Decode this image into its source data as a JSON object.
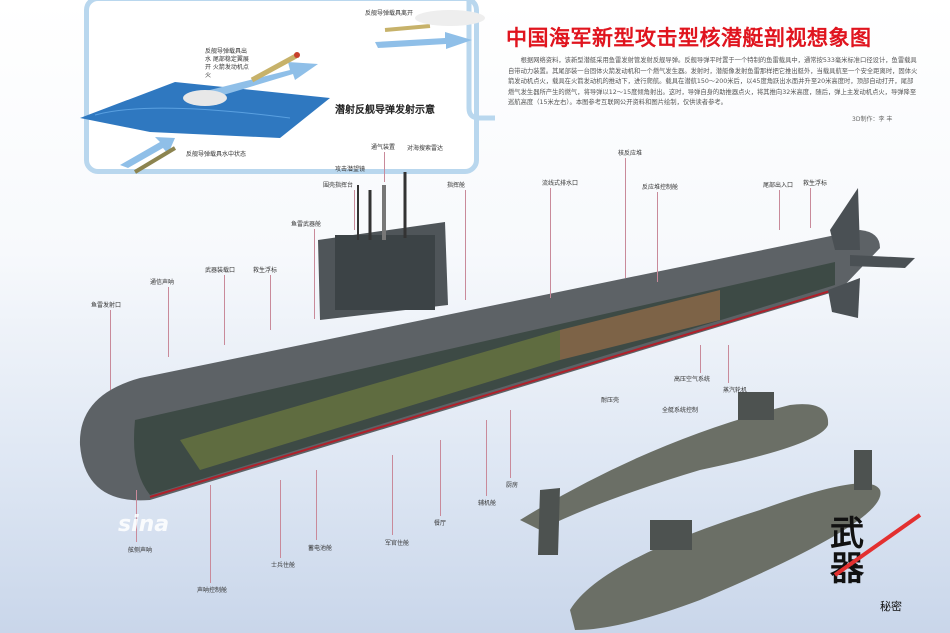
{
  "title": "中国海军新型攻击型核潜艇剖视想象图",
  "body": "根据网络资料，该新型潜艇采用鱼雷发射管发射反舰导弹。反舰导弹平时置于一个特制的鱼雷载具中，通常按533毫米标准口径设计，鱼雷载具自带动力装置。其尾部装一台固体火箭发动机和一个燃气发生器。发射时，潜艇像发射鱼雷那样把它推出艇外，当载具航至一个安全距离时，固体火箭发动机点火，载具在火箭发动机的推动下，进行爬航。载具在潜航150～200米后，以45度角跃出水面并升至20米高度时，顶部自动打开，尾部燃气发生器所产生的燃气，将导弹以12～15度倾角射出。这时，导弹自身的助推器点火，将其推向32米高度，随后，弹上主发动机点火，导弹降至巡航高度（15米左右）。本图参考互联网公开资料和图片绘制，仅供读者参考。",
  "credit": "3D制作：李 丰",
  "inset": {
    "title": "潜射反舰导弹发射示意",
    "labels": [
      "反舰导弹载具离开",
      "反舰导弹载具出水 尾部稳定翼展开 火箭发动机点火",
      "反舰导弹载具水中状态"
    ]
  },
  "labels": [
    "鱼雷发射口",
    "通信声呐",
    "武器装载口",
    "救生浮标",
    "鱼雷武器舱",
    "围壳指挥台",
    "攻击潜望镜",
    "通气装置",
    "对海搜索雷达",
    "指挥舱",
    "流线式排水口",
    "核反应堆",
    "反应堆控制舱",
    "尾部出入口",
    "救生浮标",
    "高压空气系统",
    "蒸汽轮机",
    "耐压壳",
    "全艇系统控制",
    "厨房",
    "辅机舱",
    "餐厅",
    "军官住舱",
    "蓄电池舱",
    "士兵住舱",
    "舷侧声呐",
    "声呐控制舱"
  ],
  "watermark": {
    "text": "武器秘密",
    "small": "秘密"
  },
  "sina": "sina",
  "colors": {
    "title": "#e0141e",
    "hull": "#5d6266",
    "sea": "#2f78c0",
    "arrow": "#8fbfe8",
    "accent": "#e33030"
  }
}
